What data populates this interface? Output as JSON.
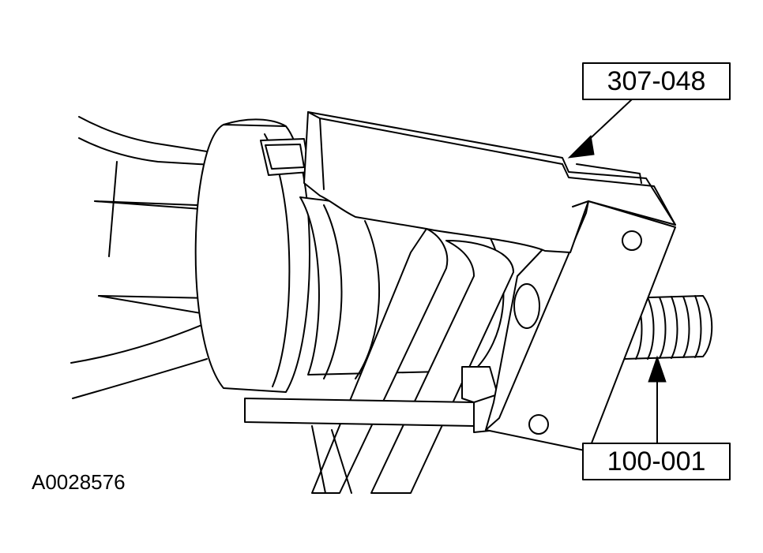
{
  "figure": {
    "id_label": "A0028576",
    "callouts": [
      {
        "id": "upper",
        "text": "307-048"
      },
      {
        "id": "lower",
        "text": "100-001"
      }
    ]
  }
}
